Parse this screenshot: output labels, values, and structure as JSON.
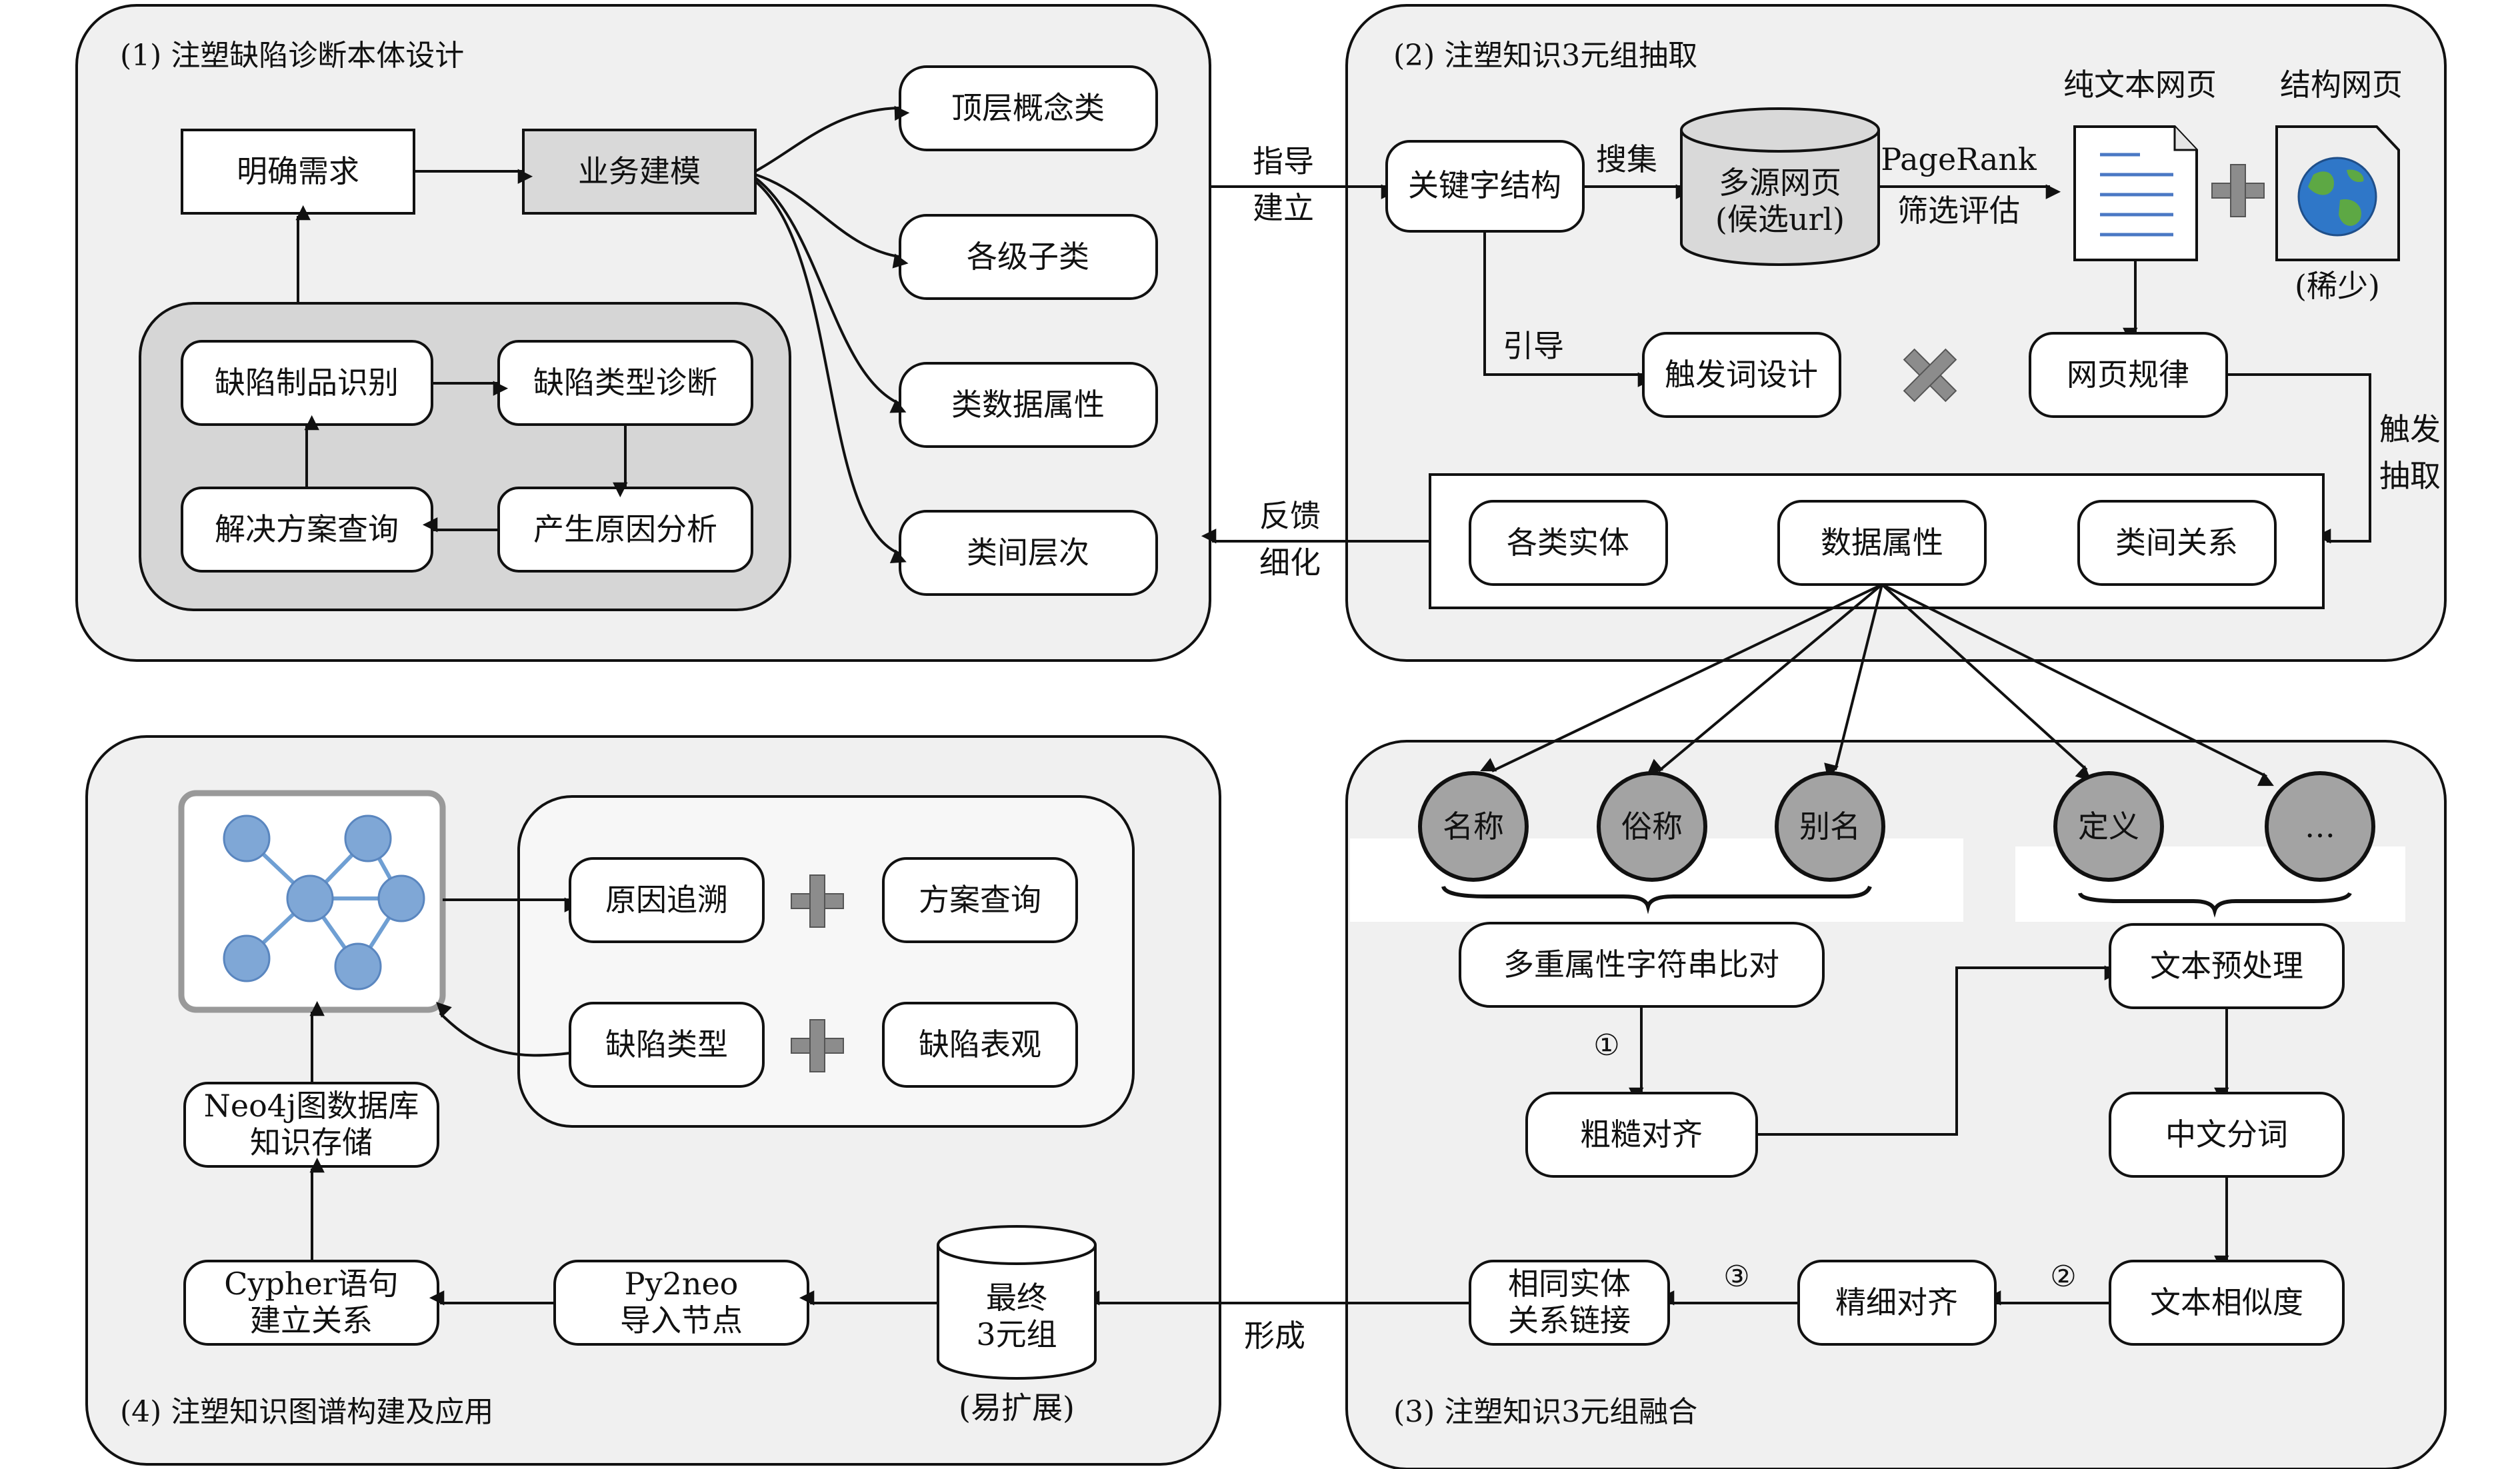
{
  "panels": {
    "p1_title": "(1) 注塑缺陷诊断本体设计",
    "p2_title": "(2) 注塑知识3元组抽取",
    "p3_title": "(3) 注塑知识3元组融合",
    "p4_title": "(4) 注塑知识图谱构建及应用"
  },
  "p1": {
    "requirement": "明确需求",
    "business_model": "业务建模",
    "defect_product_id": "缺陷制品识别",
    "defect_type_diag": "缺陷类型诊断",
    "solution_query": "解决方案查询",
    "cause_analysis": "产生原因分析",
    "top_concept": "顶层概念类",
    "sub_classes": "各级子类",
    "class_data_attr": "类数据属性",
    "class_hierarchy": "类间层次"
  },
  "links": {
    "guide_1": "指导",
    "guide_2": "建立",
    "feedback_1": "反馈",
    "feedback_2": "细化",
    "form": "形成"
  },
  "p2": {
    "keyword_struct": "关键字结构",
    "collect": "搜集",
    "db_line1": "多源网页",
    "db_line2": "(候选url)",
    "pagerank": "PageRank",
    "filter_eval": "筛选评估",
    "plain_page": "纯文本网页",
    "struct_page": "结构网页",
    "rare": "(稀少)",
    "lead": "引导",
    "trigger_design": "触发词设计",
    "page_rule": "网页规律",
    "trigger_1": "触发",
    "trigger_2": "抽取",
    "entities": "各类实体",
    "data_attr": "数据属性",
    "class_relation": "类间关系"
  },
  "p3": {
    "node_name": "名称",
    "node_common": "俗称",
    "node_alias": "别名",
    "node_def": "定义",
    "node_more": "…",
    "multi_compare": "多重属性字符串比对",
    "step1": "①",
    "step2": "②",
    "step3": "③",
    "coarse_align": "粗糙对齐",
    "text_preproc": "文本预处理",
    "cn_seg": "中文分词",
    "text_sim": "文本相似度",
    "fine_align": "精细对齐",
    "same_entity_1": "相同实体",
    "same_entity_2": "关系链接"
  },
  "p4": {
    "cause_trace": "原因追溯",
    "solution_q": "方案查询",
    "defect_type": "缺陷类型",
    "defect_appear": "缺陷表观",
    "neo4j_1": "Neo4j图数据库",
    "neo4j_2": "知识存储",
    "cypher_1": "Cypher语句",
    "cypher_2": "建立关系",
    "py2neo_1": "Py2neo",
    "py2neo_2": "导入节点",
    "final_1": "最终",
    "final_2": "3元组",
    "expandable": "(易扩展)"
  },
  "colors": {
    "panel_bg": "#f0f0f0",
    "node_fill": "#a3a3a3",
    "graph_node": "#7fa7d6",
    "graph_edge": "#6f9fd3",
    "cross_gray": "#8c8c8c"
  },
  "icons": {
    "document": "document-icon",
    "globe": "globe-icon",
    "plus": "plus-icon",
    "cross": "cross-icon",
    "graph": "graph-icon",
    "brace": "brace-icon"
  }
}
